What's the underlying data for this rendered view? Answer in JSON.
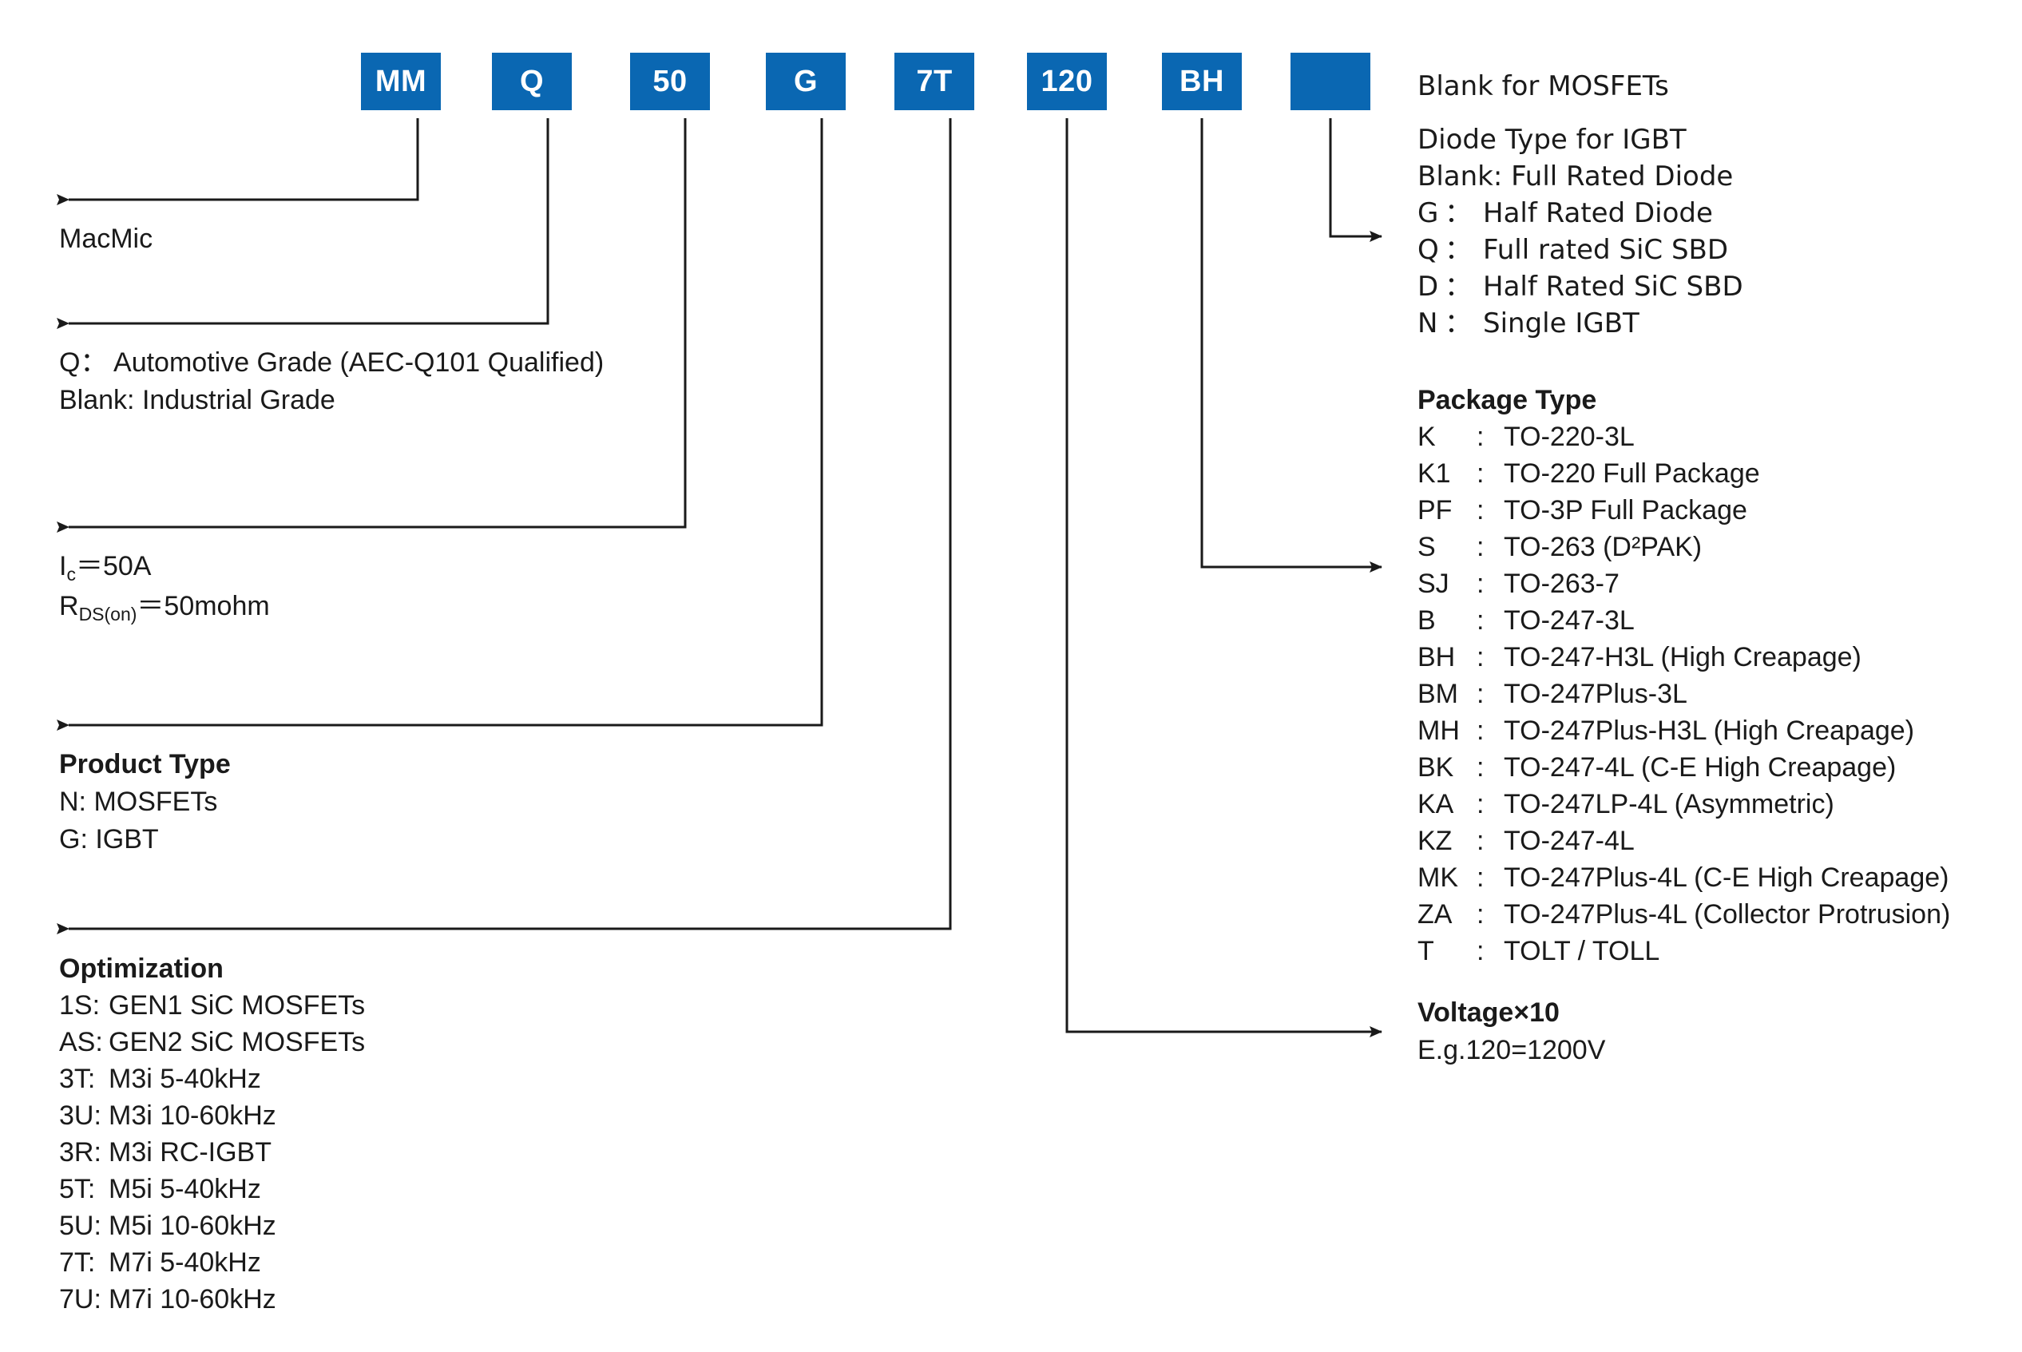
{
  "title": "MacMic part numbering decoder",
  "accent_color": "#0a67b2",
  "part_code": {
    "segments": [
      {
        "id": "brand",
        "label": "MM"
      },
      {
        "id": "grade",
        "label": "Q"
      },
      {
        "id": "current",
        "label": "50"
      },
      {
        "id": "product_type",
        "label": "G"
      },
      {
        "id": "optimization",
        "label": "7T"
      },
      {
        "id": "voltage",
        "label": "120"
      },
      {
        "id": "package",
        "label": "BH"
      },
      {
        "id": "diode",
        "label": ""
      }
    ]
  },
  "left_callouts": {
    "brand": {
      "lines": [
        "MacMic"
      ]
    },
    "grade": {
      "lines": [
        "Q： Automotive Grade (AEC-Q101 Qualified)",
        "Blank: Industrial Grade"
      ]
    },
    "current": {
      "line1_prefix": "I",
      "line1_sub": "c",
      "line1_rest": "＝50A",
      "line2_prefix": "R",
      "line2_sub": "DS(on)",
      "line2_rest": "＝50mohm"
    },
    "product_type": {
      "heading": "Product Type",
      "items": [
        "N: MOSFETs",
        "G: IGBT"
      ]
    },
    "optimization": {
      "heading": "Optimization",
      "items": [
        {
          "key": "1S:",
          "value": "GEN1 SiC MOSFETs"
        },
        {
          "key": "AS:",
          "value": "GEN2 SiC MOSFETs"
        },
        {
          "key": "3T:",
          "value": "M3i 5-40kHz"
        },
        {
          "key": "3U:",
          "value": "M3i 10-60kHz"
        },
        {
          "key": "3R:",
          "value": "M3i RC-IGBT"
        },
        {
          "key": "5T:",
          "value": "M5i 5-40kHz"
        },
        {
          "key": "5U:",
          "value": "M5i 10-60kHz"
        },
        {
          "key": "7T:",
          "value": "M7i 5-40kHz"
        },
        {
          "key": "7U:",
          "value": "M7i 10-60kHz"
        }
      ]
    }
  },
  "right_callouts": {
    "mosfet_note": "Blank for MOSFETs",
    "diode": {
      "heading": "Diode Type for IGBT",
      "blank_line": "Blank: Full Rated Diode",
      "items": [
        {
          "key": "G",
          "colon": "：",
          "value": "Half Rated Diode"
        },
        {
          "key": "Q",
          "colon": "：",
          "value": "Full rated SiC SBD"
        },
        {
          "key": "D",
          "colon": "：",
          "value": "Half Rated SiC SBD"
        },
        {
          "key": "N",
          "colon": "：",
          "value": "Single IGBT"
        }
      ]
    },
    "package": {
      "heading": "Package Type",
      "items": [
        {
          "key": "K",
          "value": "TO-220-3L"
        },
        {
          "key": "K1",
          "value": "TO-220 Full Package"
        },
        {
          "key": "PF",
          "value": "TO-3P Full Package"
        },
        {
          "key": "S",
          "value": "TO-263 (D²PAK)"
        },
        {
          "key": "SJ",
          "value": "TO-263-7"
        },
        {
          "key": "B",
          "value": "TO-247-3L"
        },
        {
          "key": "BH",
          "value": "TO-247-H3L (High Creapage)"
        },
        {
          "key": "BM",
          "value": "TO-247Plus-3L"
        },
        {
          "key": "MH",
          "value": "TO-247Plus-H3L (High Creapage)"
        },
        {
          "key": "BK",
          "value": "TO-247-4L (C-E High Creapage)"
        },
        {
          "key": "KA",
          "value": "TO-247LP-4L (Asymmetric)"
        },
        {
          "key": "KZ",
          "value": "TO-247-4L"
        },
        {
          "key": "MK",
          "value": "TO-247Plus-4L (C-E High Creapage)"
        },
        {
          "key": "ZA",
          "value": "TO-247Plus-4L (Collector Protrusion)"
        },
        {
          "key": "T",
          "value": "TOLT / TOLL"
        }
      ]
    },
    "voltage": {
      "heading": "Voltage×10",
      "example": "E.g.120=1200V"
    }
  }
}
